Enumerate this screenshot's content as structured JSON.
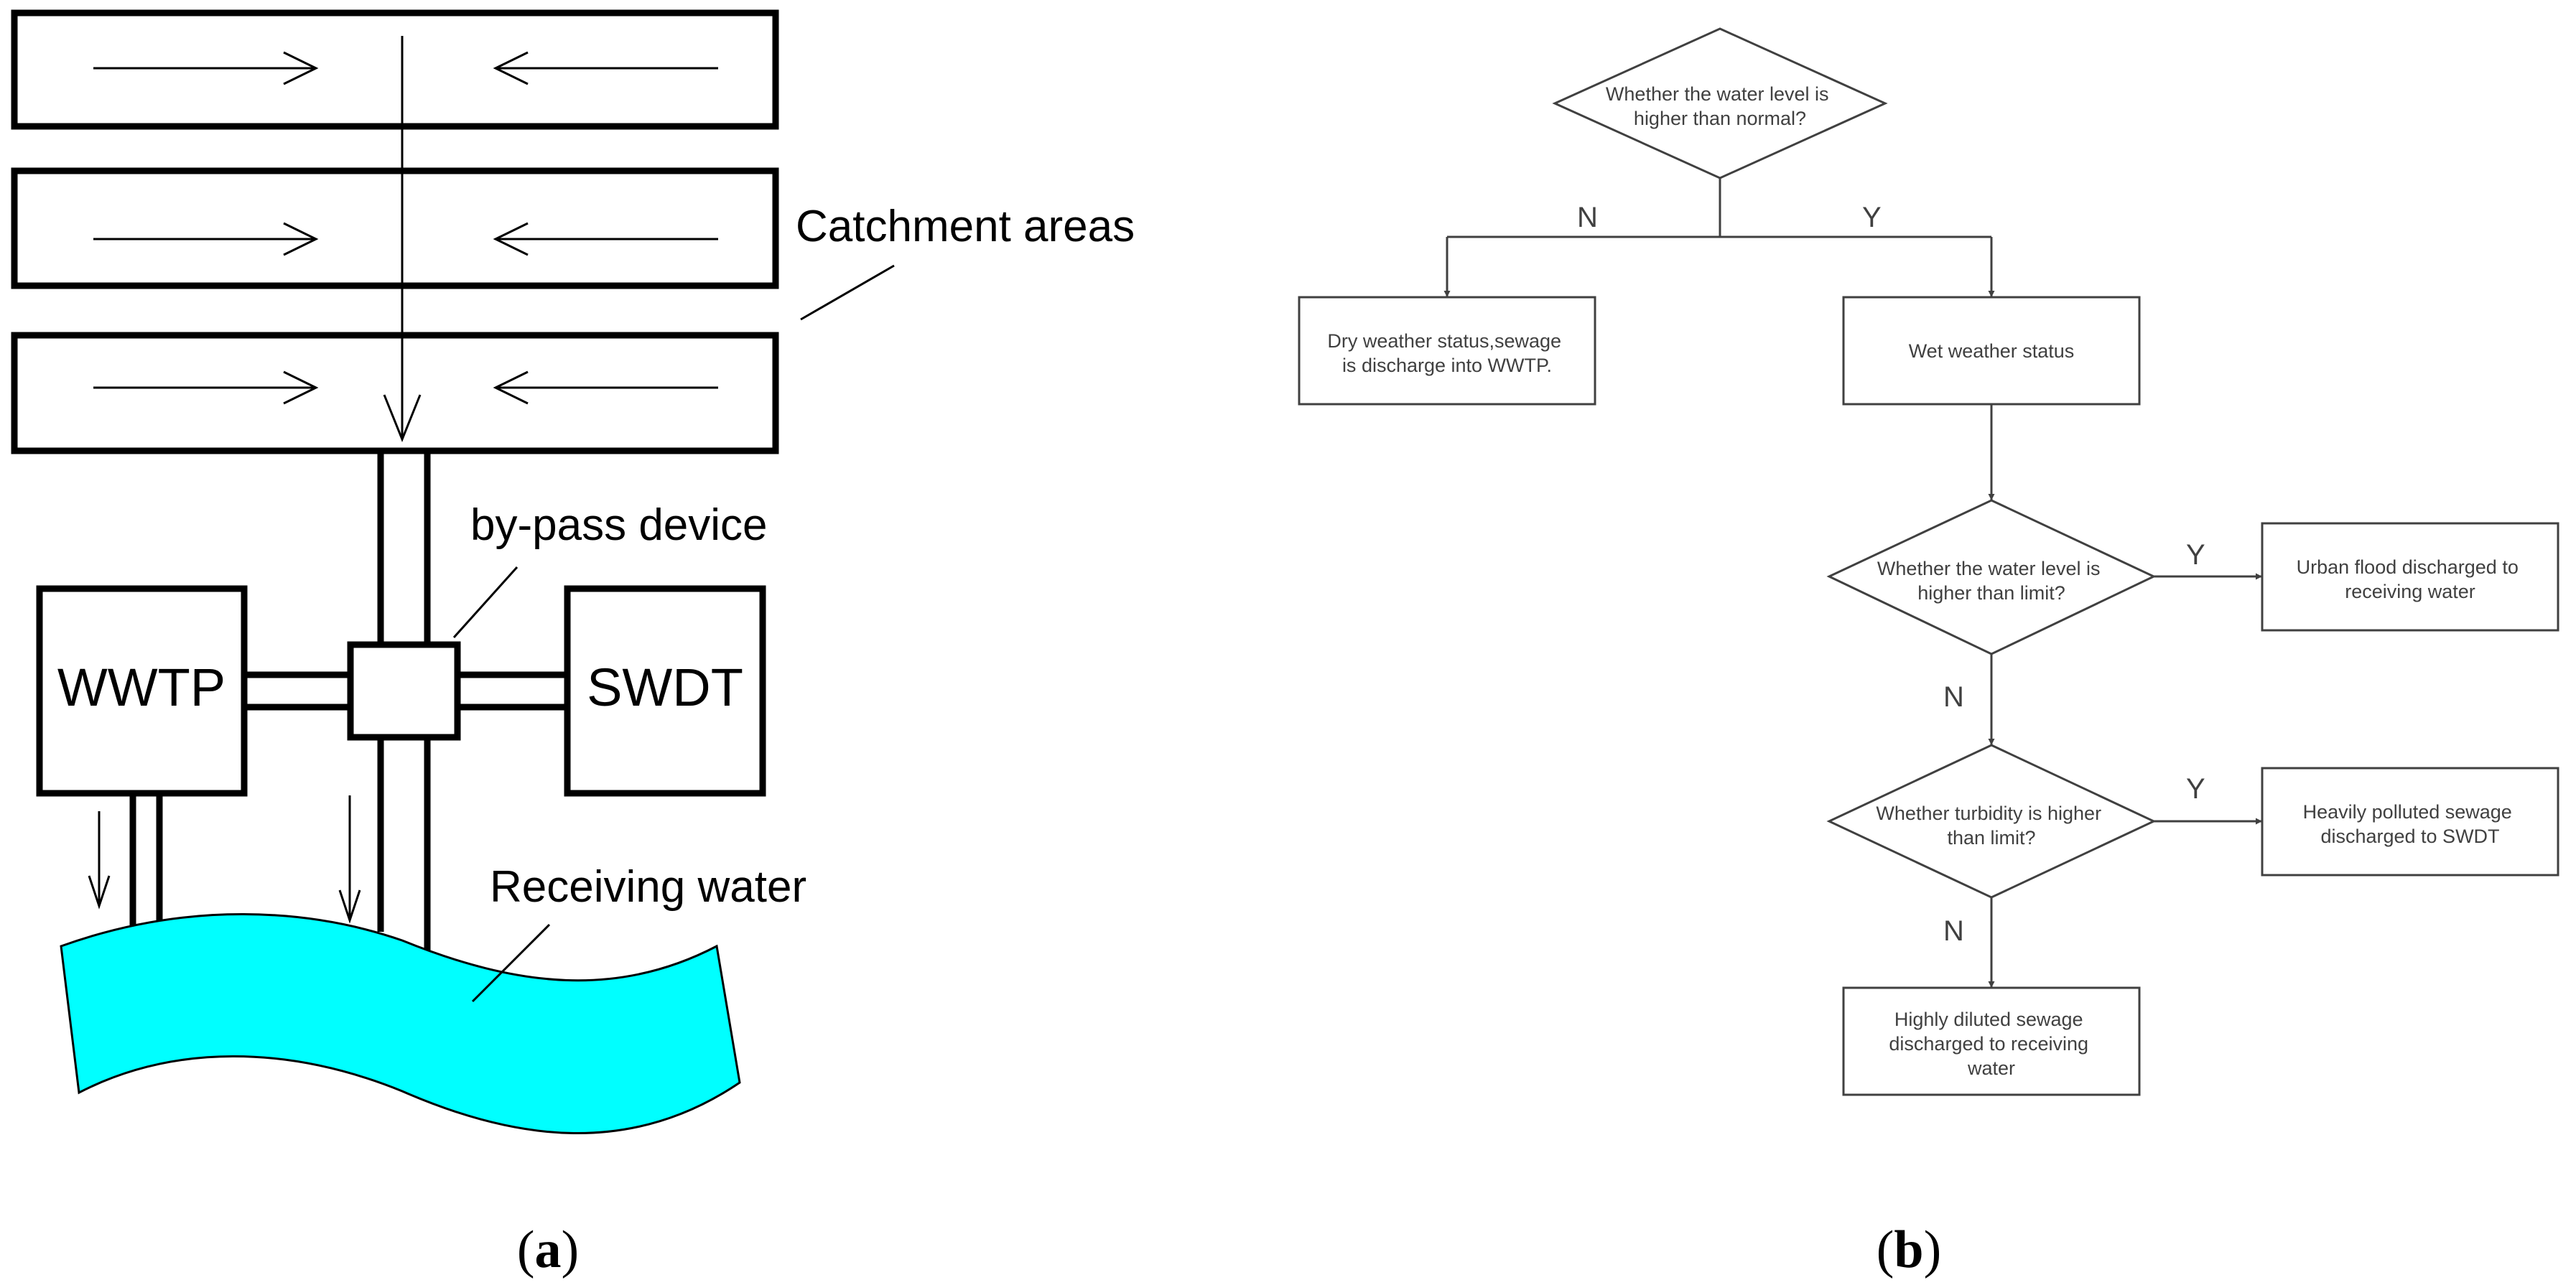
{
  "panel_a": {
    "caption_letter": "a",
    "labels": {
      "catchment": "Catchment areas",
      "bypass": "by-pass device",
      "wwtp": "WWTP",
      "swdt": "SWDT",
      "receiving": "Receiving water"
    },
    "colors": {
      "water": "#00ffff",
      "line": "#000000"
    }
  },
  "panel_b": {
    "caption_letter": "b",
    "nodes": {
      "d1": [
        "Whether the water level is",
        "higher than normal?"
      ],
      "dry": [
        "Dry weather status,sewage",
        "is discharge into WWTP."
      ],
      "wet": [
        "Wet weather status"
      ],
      "d2": [
        "Whether the water level is",
        "higher than limit?"
      ],
      "flood": [
        "Urban flood discharged to",
        "receiving water"
      ],
      "d3": [
        "Whether turbidity is higher",
        "than limit?"
      ],
      "polluted": [
        "Heavily polluted sewage",
        "discharged to SWDT"
      ],
      "diluted": [
        "Highly diluted sewage",
        "discharged to receiving",
        "water"
      ]
    },
    "edge_labels": {
      "n1": "N",
      "y1": "Y",
      "y2": "Y",
      "n2": "N",
      "y3": "Y",
      "n3": "N"
    },
    "colors": {
      "stroke": "#404040",
      "text": "#404040"
    }
  }
}
